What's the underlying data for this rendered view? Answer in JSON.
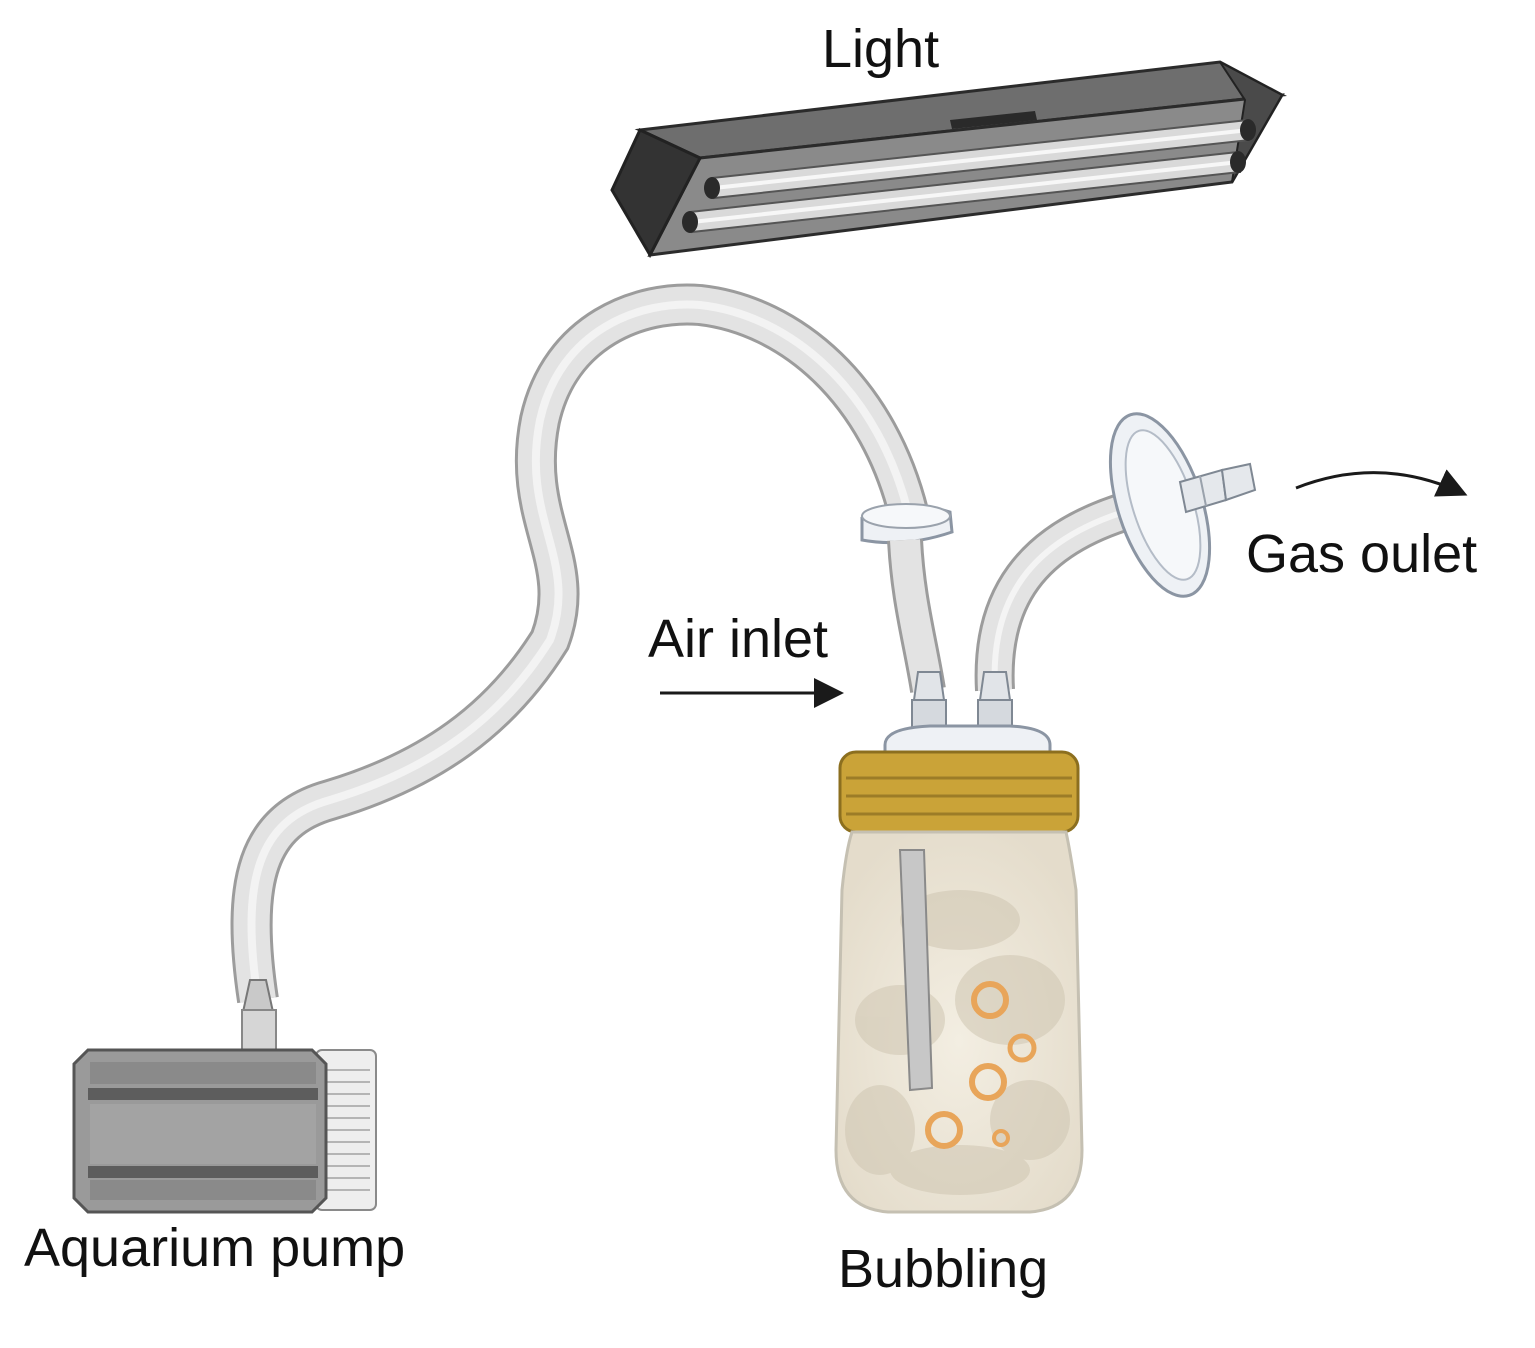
{
  "labels": {
    "light": "Light",
    "air_inlet": "Air inlet",
    "gas_outlet": "Gas oulet",
    "pump": "Aquarium pump",
    "bubbling": "Bubbling"
  },
  "colors": {
    "light_housing": "#3a3a3a",
    "light_housing_top": "#666666",
    "tube_fill": "#e3e3e3",
    "tube_edge": "#9c9c9c",
    "pump_body": "#9a9a9a",
    "pump_dark": "#5d5d5d",
    "cap_gold": "#caa338",
    "jar_fill": "#f2ede0",
    "bubble": "#e8a55a",
    "arrow": "#1a1a1a"
  }
}
